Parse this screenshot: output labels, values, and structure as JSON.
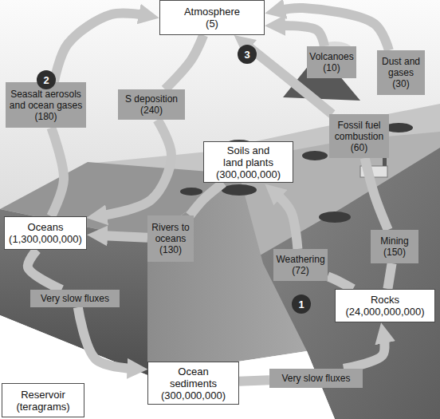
{
  "diagram": {
    "nodes": [
      {
        "text": [
          "Atmosphere",
          "(5)"
        ]
      },
      {
        "text": [
          "Volcanoes",
          "(10)"
        ]
      },
      {
        "text": [
          "Dust and gases",
          "(30)"
        ]
      },
      {
        "text": [
          "Seasalt aerosols and ocean gases",
          "(180)"
        ]
      },
      {
        "text": [
          "S deposition",
          "(240)"
        ]
      },
      {
        "text": [
          "Fossil fuel combustion",
          "(60)"
        ]
      },
      {
        "text": [
          "Soils and land plants",
          "(300,000,000)"
        ]
      },
      {
        "text": [
          "Oceans",
          "(1,300,000,000)"
        ]
      },
      {
        "text": [
          "Rivers to oceans",
          "(130)"
        ]
      },
      {
        "text": [
          "Weathering",
          "(72)"
        ]
      },
      {
        "text": [
          "Mining",
          "(150)"
        ]
      },
      {
        "text": [
          "Rocks",
          "(24,000,000,000)"
        ]
      },
      {
        "text": [
          "Very slow fluxes"
        ]
      },
      {
        "text": [
          "Ocean sediments",
          "(300,000,000)"
        ]
      },
      {
        "text": [
          "Very slow fluxes"
        ]
      },
      {
        "text": [
          "Reservoir",
          "(teragrams)"
        ]
      }
    ],
    "edges": [
      {
        "from": 7,
        "to": 3,
        "arrow": "none"
      },
      {
        "from": 3,
        "to": 0,
        "arrow": "to"
      },
      {
        "from": 0,
        "to": 4,
        "arrow": "none"
      },
      {
        "from": 4,
        "to": 7,
        "arrow": "to"
      },
      {
        "from": 1,
        "to": 0,
        "arrow": "to"
      },
      {
        "from": 2,
        "to": 0,
        "arrow": "to"
      },
      {
        "from": 11,
        "to": 10,
        "arrow": "none"
      },
      {
        "from": 10,
        "to": 5,
        "arrow": "none"
      },
      {
        "from": 5,
        "to": 0,
        "arrow": "to"
      },
      {
        "from": 11,
        "to": 9,
        "arrow": "none"
      },
      {
        "from": 9,
        "to": 6,
        "arrow": "to"
      },
      {
        "from": 6,
        "to": 8,
        "arrow": "none"
      },
      {
        "from": 8,
        "to": 7,
        "arrow": "to"
      },
      {
        "from": 7,
        "to": 12,
        "arrow": "none"
      },
      {
        "from": 12,
        "to": 13,
        "arrow": "to"
      },
      {
        "from": 13,
        "to": 14,
        "arrow": "none"
      },
      {
        "from": 14,
        "to": 11,
        "arrow": "to"
      }
    ],
    "labels": [
      "2",
      "3",
      "1"
    ]
  }
}
